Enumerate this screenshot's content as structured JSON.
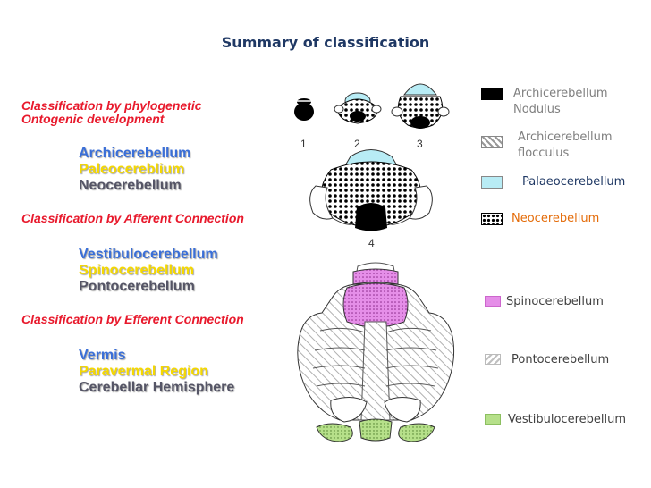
{
  "title": "Summary of classification",
  "left": {
    "phylo_heading_1": "Classification by phylogenetic",
    "phylo_heading_2": "Ontogenic development",
    "phylo_items": [
      "Archicerebellum",
      "Paleocereblium",
      "Neocerebellum"
    ],
    "afferent_heading": "Classification by Afferent Connection",
    "afferent_items": [
      "Vestibulocerebellum",
      "Spinocerebellum",
      "Pontocerebellum"
    ],
    "efferent_heading": "Classification by Efferent Connection",
    "efferent_items": [
      "Vermis",
      "Paravermal Region",
      "Cerebellar Hemisphere"
    ]
  },
  "figure_numbers": [
    "1",
    "2",
    "3",
    "4"
  ],
  "legend_top": [
    {
      "line1": "Archicerebellum",
      "line2": "Nodulus",
      "swatch": "solid-black",
      "color": "#7f7f7f"
    },
    {
      "line1": "Archicerebellum",
      "line2": "flocculus",
      "swatch": "hatched",
      "color": "#7f7f7f"
    },
    {
      "line1": "Palaeocerebellum",
      "line2": "",
      "swatch": "light-blue",
      "color": "#1f3864"
    },
    {
      "line1": "Neocerebellum",
      "line2": "",
      "swatch": "dotted",
      "color": "#e46c0a"
    }
  ],
  "legend_bottom": [
    {
      "label": "Spinocerebellum",
      "swatch": "magenta-dotted",
      "color": "#404040"
    },
    {
      "label": "Pontocerebellum",
      "swatch": "gray-hatched",
      "color": "#404040"
    },
    {
      "label": "Vestibulocerebellum",
      "swatch": "green-dotted",
      "color": "#404040"
    }
  ],
  "colors": {
    "heading_red": "#e8192c",
    "archi": "#3a6fd8",
    "paleo": "#f5d800",
    "neo": "#555566",
    "palaeo_blue": "#b8ecf5",
    "spino_magenta": "#e58ee8",
    "vestibulo_green": "#b6e08a"
  }
}
